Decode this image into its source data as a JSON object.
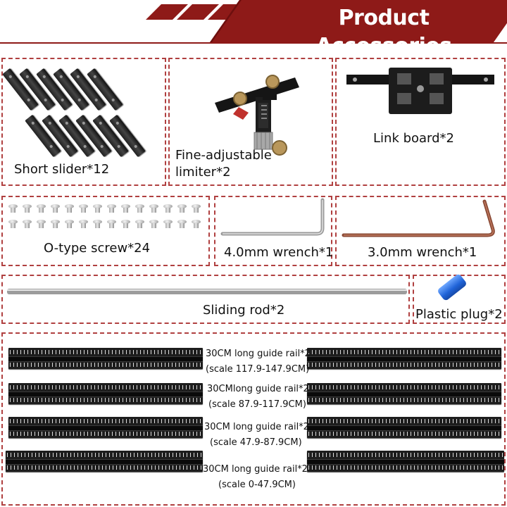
{
  "header": {
    "title": "Product Accessories"
  },
  "items": {
    "short_slider": "Short slider*12",
    "limiter_line1": "Fine-adjustable",
    "limiter_line2": "limiter*2",
    "link_board": "Link board*2",
    "screw": "O-type screw*24",
    "wrench4": "4.0mm wrench*1",
    "wrench3": "3.0mm wrench*1",
    "rod": "Sliding rod*2",
    "plug": "Plastic plug*2"
  },
  "rails": [
    {
      "name": "30CM long guide rail*2",
      "scale": "(scale 117.9-147.9CM)"
    },
    {
      "name": "30CMlong guide rail*2",
      "scale": "(scale 87.9-117.9CM)"
    },
    {
      "name": "30CM long guide rail*2",
      "scale": "(scale 47.9-87.9CM)"
    },
    {
      "name": "30CM long guide rail*2",
      "scale": "(scale 0-47.9CM)"
    }
  ],
  "colors": {
    "brand": "#8e1a18",
    "border": "#b04040"
  }
}
